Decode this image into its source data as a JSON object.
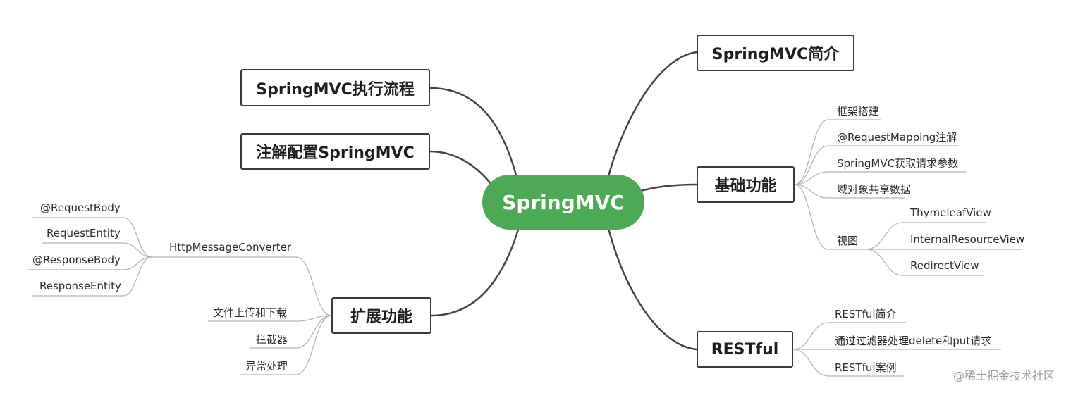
{
  "root": "SpringMVC",
  "branches": {
    "intro": "SpringMVC简介",
    "basic": "基础功能",
    "restful": "RESTful",
    "flow": "SpringMVC执行流程",
    "annotation": "注解配置SpringMVC",
    "extend": "扩展功能"
  },
  "basic_items": [
    "框架搭建",
    "@RequestMapping注解",
    "SpringMVC获取请求参数",
    "域对象共享数据",
    "视图"
  ],
  "view_items": [
    "ThymeleafView",
    "InternalResourceView",
    "RedirectView"
  ],
  "restful_items": [
    "RESTful简介",
    "通过过滤器处理delete和put请求",
    "RESTful案例"
  ],
  "extend_items": [
    "HttpMessageConverter",
    "文件上传和下载",
    "拦截器",
    "异常处理"
  ],
  "converter_items": [
    "@RequestBody",
    "RequestEntity",
    "@ResponseBody",
    "ResponseEntity"
  ],
  "watermark": "@稀土掘金技术社区",
  "colors": {
    "root": "#4caa55",
    "line": "#444444",
    "thin": "#b5b5b5"
  }
}
